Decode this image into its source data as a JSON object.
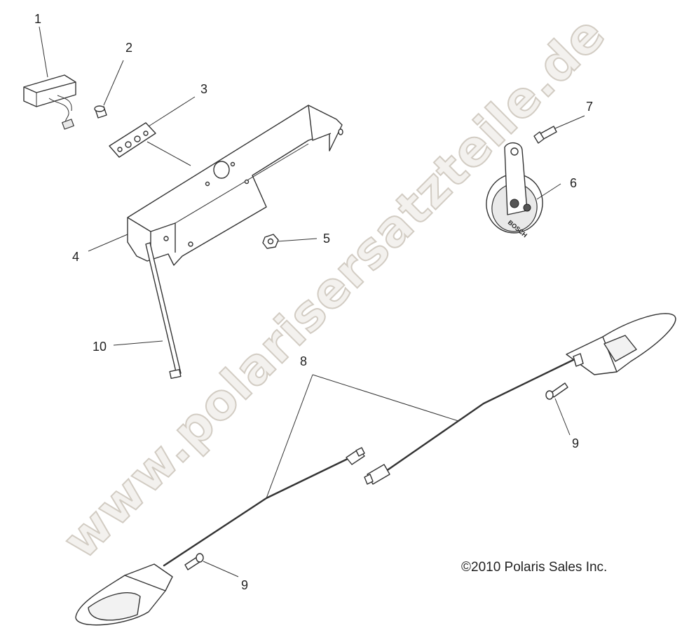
{
  "diagram": {
    "callouts": {
      "c1": "1",
      "c2": "2",
      "c3": "3",
      "c4": "4",
      "c5": "5",
      "c6": "6",
      "c7": "7",
      "c8": "8",
      "c9a": "9",
      "c9b": "9",
      "c10": "10"
    },
    "copyright": "©2010 Polaris Sales Inc.",
    "watermark": "www.polarisersatzteile.de",
    "horn_stamp": "BOSCH"
  }
}
